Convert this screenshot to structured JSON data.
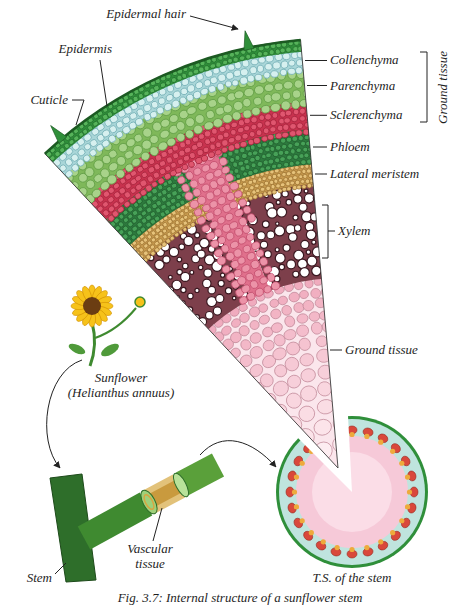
{
  "diagram": {
    "caption": "Fig. 3.7: Internal structure of a sunflower stem",
    "labels": [
      "Epidermal hair",
      "Epidermis",
      "Cuticle",
      "Collenchyma",
      "Parenchyma",
      "Sclerenchyma",
      "Ground tissue",
      "Phloem",
      "Lateral meristem",
      "Xylem",
      "Ground tissue",
      "Sunflower (Helianthus annuus)",
      "Vascular tissue",
      "Stem",
      "T.S. of the stem"
    ]
  }
}
